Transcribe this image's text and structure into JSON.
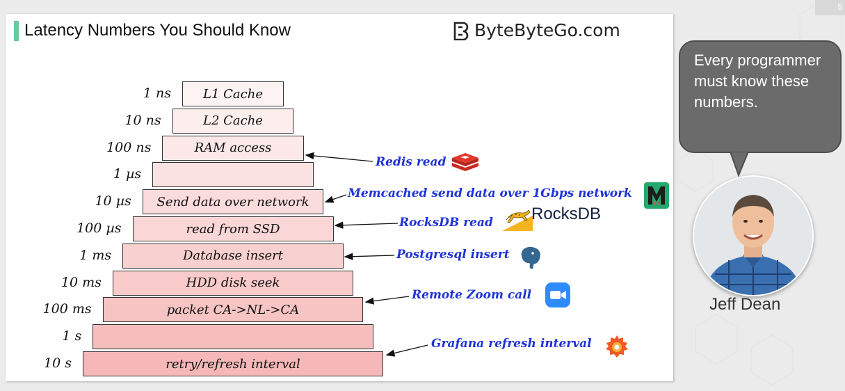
{
  "page_number": "5",
  "title": "Latency Numbers You Should Know",
  "brand": {
    "text": "ByteByteGo.com"
  },
  "pyramid": [
    {
      "latency": "1 ns",
      "label": "L1 Cache",
      "color": "#fdf3f3"
    },
    {
      "latency": "10 ns",
      "label": "L2 Cache",
      "color": "#fdeeee"
    },
    {
      "latency": "100 ns",
      "label": "RAM access",
      "color": "#fce8e8"
    },
    {
      "latency": "1 µs",
      "label": "",
      "color": "#fbe2e2"
    },
    {
      "latency": "10 µs",
      "label": "Send data over network",
      "color": "#fbdcdc"
    },
    {
      "latency": "100 µs",
      "label": "read from SSD",
      "color": "#fad6d6"
    },
    {
      "latency": "1 ms",
      "label": "Database insert",
      "color": "#f9d0d0"
    },
    {
      "latency": "10 ms",
      "label": "HDD disk seek",
      "color": "#f8caca"
    },
    {
      "latency": "100 ms",
      "label": "packet CA->NL->CA",
      "color": "#f7c4c4"
    },
    {
      "latency": "1 s",
      "label": "",
      "color": "#f6bdbd"
    },
    {
      "latency": "10 s",
      "label": "retry/refresh interval",
      "color": "#f5b7b7"
    }
  ],
  "annotations": [
    {
      "text": "Redis read",
      "icon": "redis-icon"
    },
    {
      "text": "Memcached send data over 1Gbps network",
      "icon": "memcached-icon"
    },
    {
      "text": "RocksDB read",
      "icon": "rocksdb-icon",
      "logo_text": "RocksDB"
    },
    {
      "text": "Postgresql insert",
      "icon": "postgresql-icon"
    },
    {
      "text": "Remote Zoom call",
      "icon": "zoom-icon"
    },
    {
      "text": "Grafana refresh interval",
      "icon": "grafana-icon"
    }
  ],
  "speech_bubble": {
    "text": "Every programmer must know these numbers."
  },
  "person": {
    "name": "Jeff Dean"
  },
  "colors": {
    "annotation": "#1e33d6",
    "accent": "#6dc7a0",
    "bubble": "#6b6b6b"
  }
}
